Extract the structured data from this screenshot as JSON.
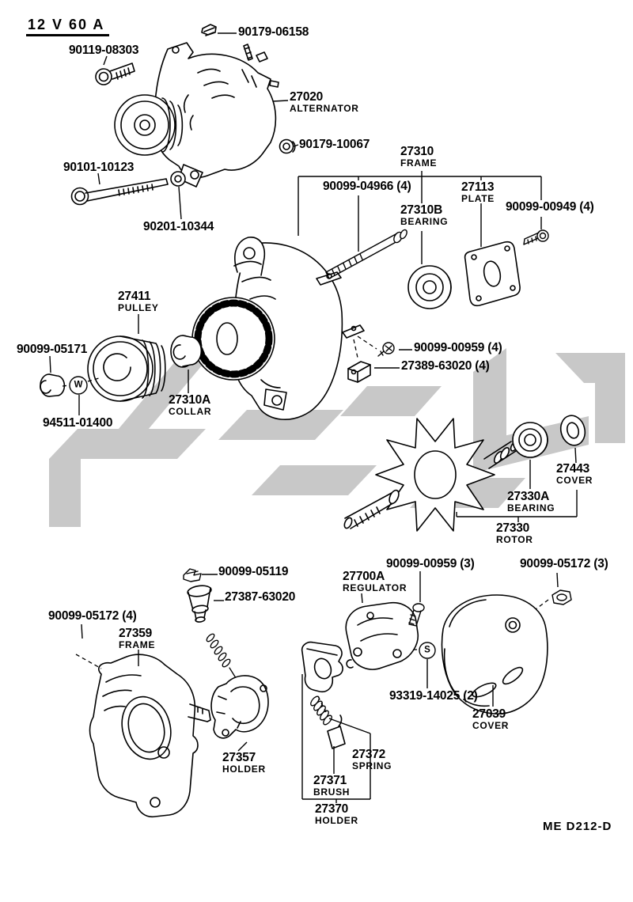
{
  "header": {
    "rating": "12 V  60 A"
  },
  "footer": {
    "code": "ME  D212-D"
  },
  "symbols": {
    "washer": "W",
    "screw": "S"
  },
  "parts": {
    "alternator": {
      "number": "27020",
      "name": "ALTERNATOR"
    },
    "front_frame": {
      "number": "27310",
      "name": "FRAME"
    },
    "front_bearing": {
      "number": "27310B",
      "name": "BEARING"
    },
    "plate": {
      "number": "27113",
      "name": "PLATE"
    },
    "collar": {
      "number": "27310A",
      "name": "COLLAR"
    },
    "pulley": {
      "number": "27411",
      "name": "PULLEY"
    },
    "rotor": {
      "number": "27330",
      "name": "ROTOR"
    },
    "rear_bearing": {
      "number": "27330A",
      "name": "BEARING"
    },
    "bearing_cover": {
      "number": "27443",
      "name": "COVER"
    },
    "regulator": {
      "number": "27700A",
      "name": "REGULATOR"
    },
    "rear_cover": {
      "number": "27039",
      "name": "COVER"
    },
    "rear_frame": {
      "number": "27359",
      "name": "FRAME"
    },
    "brush_holder": {
      "number": "27357",
      "name": "HOLDER"
    },
    "spring": {
      "number": "27372",
      "name": "SPRING"
    },
    "brush": {
      "number": "27371",
      "name": "BRUSH"
    },
    "holder": {
      "number": "27370",
      "name": "HOLDER"
    }
  },
  "fasteners": {
    "nut_90179_06158": {
      "number": "90179-06158"
    },
    "bolt_90119_08303": {
      "number": "90119-08303"
    },
    "nut_90179_10067": {
      "number": "90179-10067"
    },
    "bolt_90101_10123": {
      "number": "90101-10123"
    },
    "washer_90201_10344": {
      "number": "90201-10344"
    },
    "stud_90099_04966": {
      "number": "90099-04966 (4)"
    },
    "bolt_90099_00949": {
      "number": "90099-00949 (4)"
    },
    "nut_90099_05171": {
      "number": "90099-05171"
    },
    "washer_94511_01400": {
      "number": "94511-01400"
    },
    "screw_90099_00959_4": {
      "number": "90099-00959 (4)"
    },
    "insulator_27389": {
      "number": "27389-63020 (4)"
    },
    "screw_90099_00959_3": {
      "number": "90099-00959 (3)"
    },
    "nut_90099_05172_3": {
      "number": "90099-05172 (3)"
    },
    "screw_93319_14025": {
      "number": "93319-14025 (2)"
    },
    "clip_90099_05119": {
      "number": "90099-05119"
    },
    "cap_27387_63020": {
      "number": "27387-63020"
    },
    "nut_90099_05172_4": {
      "number": "90099-05172 (4)"
    }
  }
}
